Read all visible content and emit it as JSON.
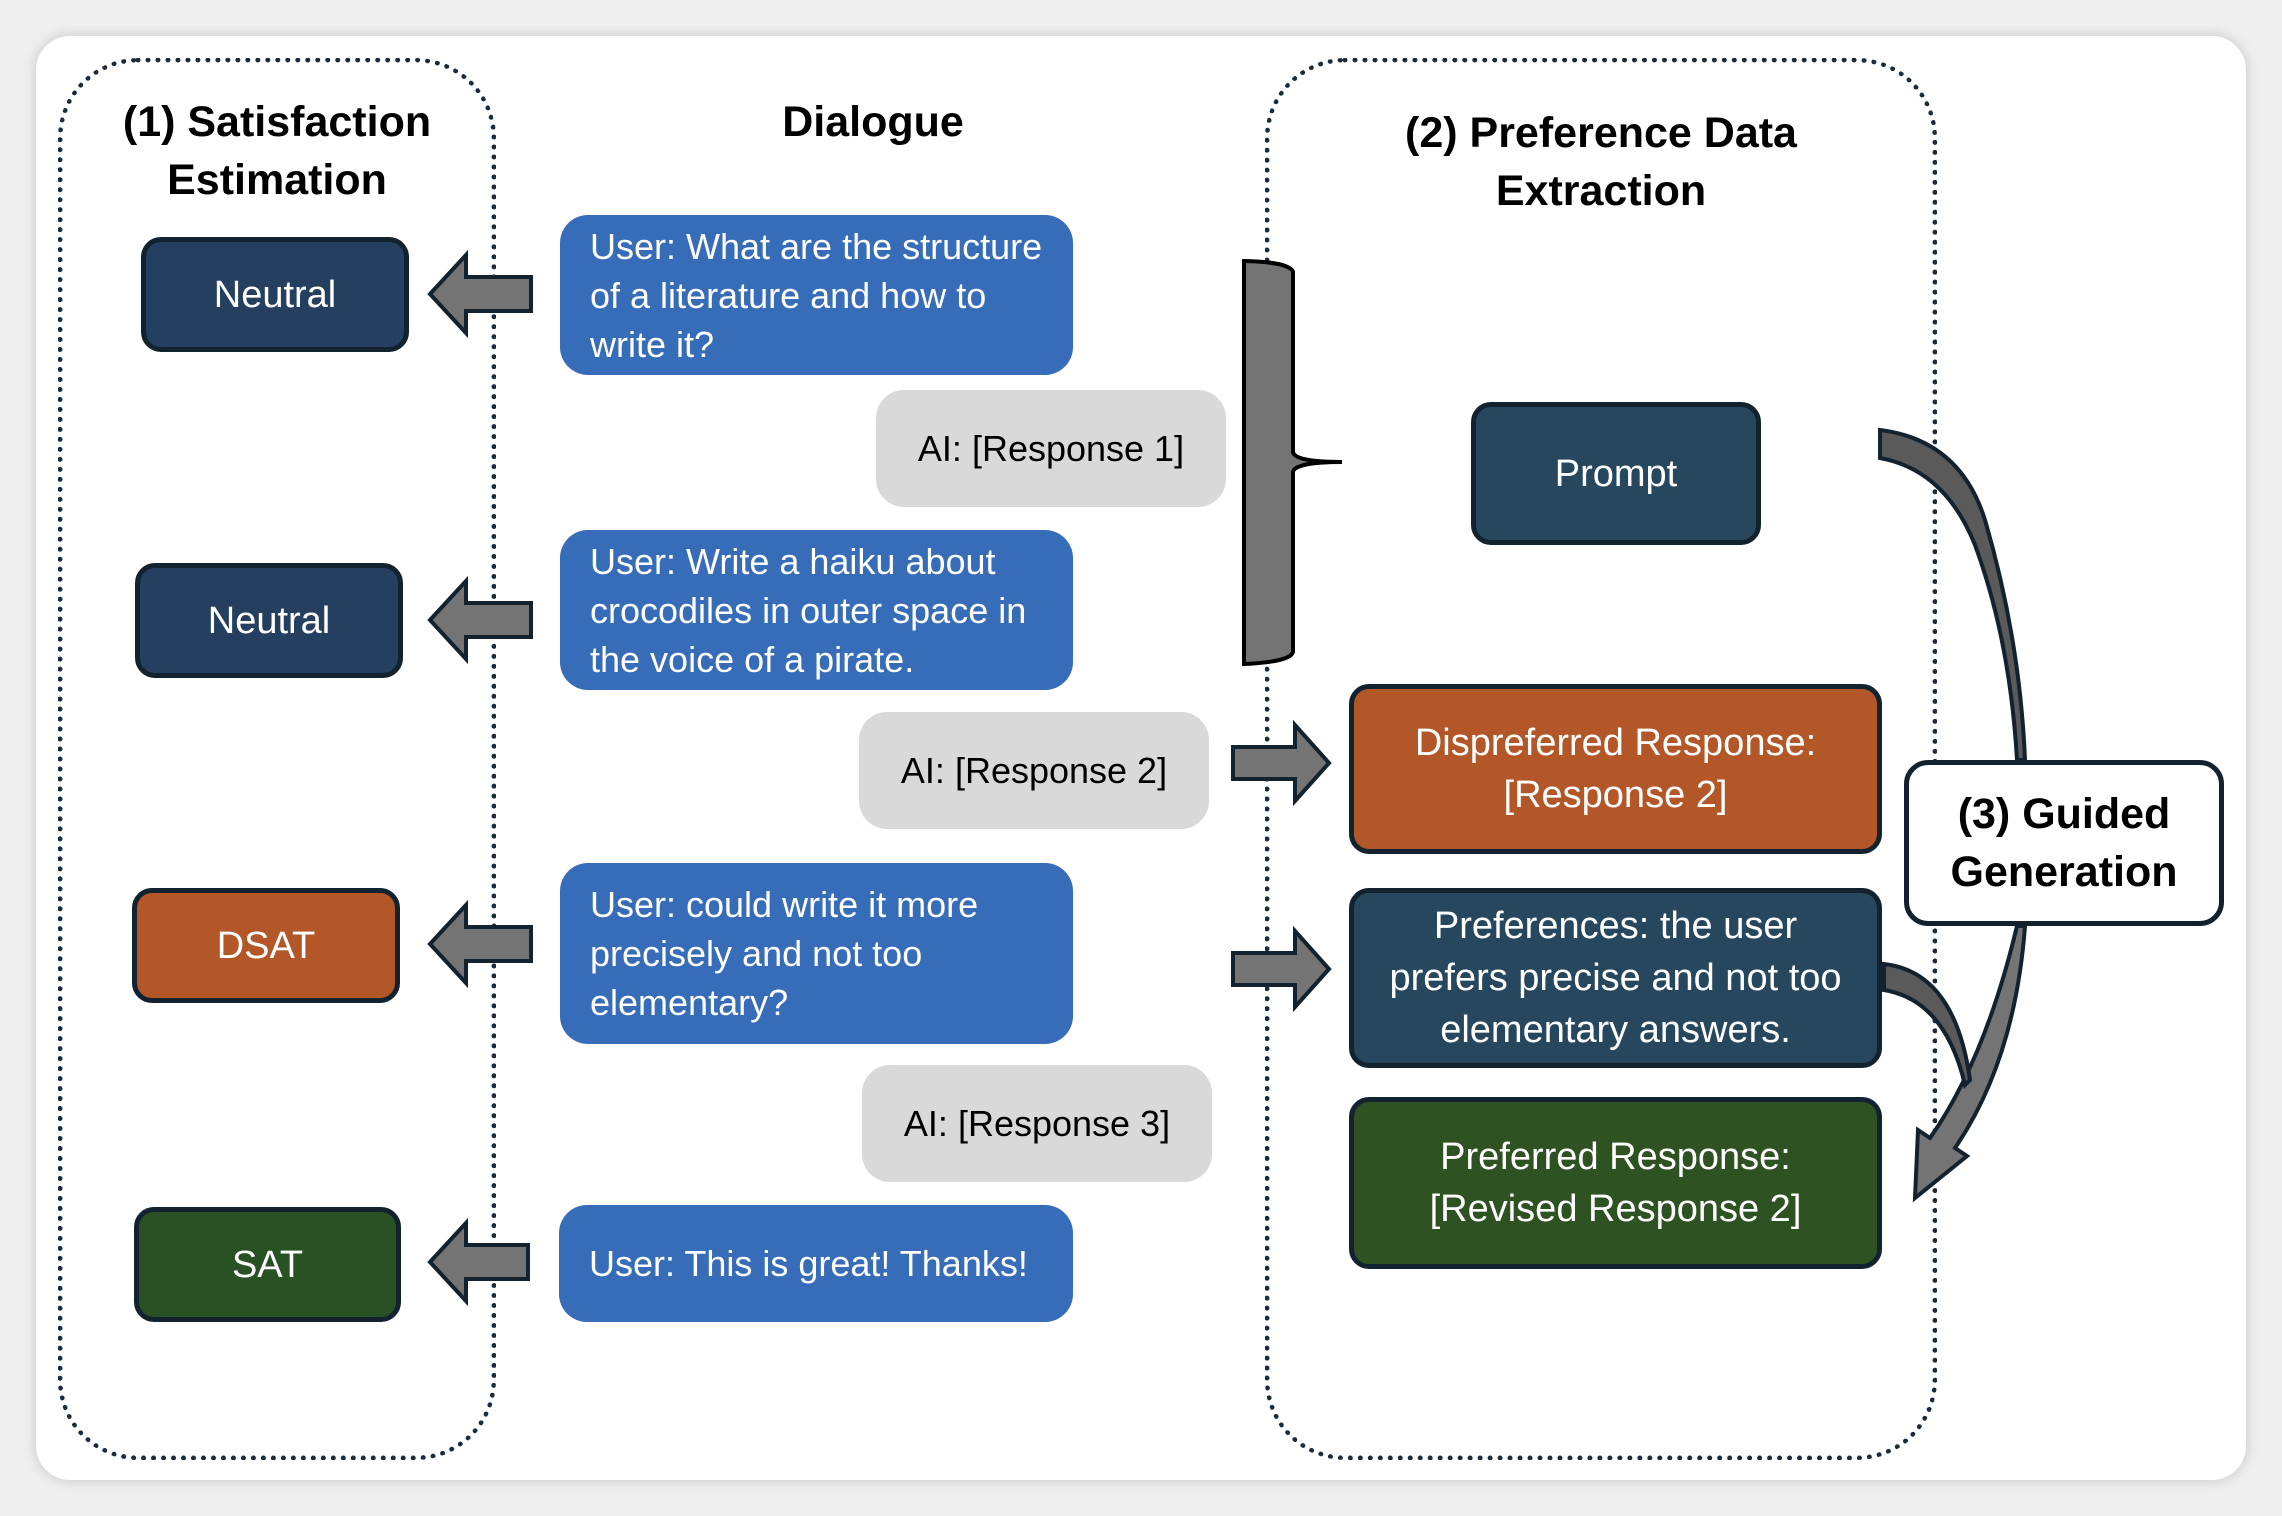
{
  "colors": {
    "neutral": "#243f5f",
    "prompt": "#27475f",
    "dsat": "#b35728",
    "sat": "#285124",
    "user_bubble": "#376cb9",
    "ai_bubble": "#d9d9d9",
    "arrow_fill": "#747474",
    "border": "#13222f"
  },
  "sections": {
    "satisfaction": {
      "title_line1": "(1) Satisfaction",
      "title_line2": "Estimation"
    },
    "dialogue": {
      "title": "Dialogue"
    },
    "preference": {
      "title_line1": "(2) Preference Data",
      "title_line2": "Extraction"
    },
    "guided": {
      "title_line1": "(3) Guided",
      "title_line2": "Generation"
    }
  },
  "satisfaction_labels": [
    {
      "label": "Neutral",
      "kind": "neutral"
    },
    {
      "label": "Neutral",
      "kind": "neutral"
    },
    {
      "label": "DSAT",
      "kind": "dsat"
    },
    {
      "label": "SAT",
      "kind": "sat"
    }
  ],
  "dialogue": [
    {
      "speaker": "User",
      "text": "User: What are the structure of a literature and how to write it?"
    },
    {
      "speaker": "AI",
      "text": "AI: [Response 1]"
    },
    {
      "speaker": "User",
      "text": "User: Write a haiku about crocodiles in outer space in the voice of a pirate."
    },
    {
      "speaker": "AI",
      "text": "AI: [Response 2]"
    },
    {
      "speaker": "User",
      "text": "User: could write it more precisely and not too elementary?"
    },
    {
      "speaker": "AI",
      "text": "AI: [Response 3]"
    },
    {
      "speaker": "User",
      "text": "User: This is great! Thanks!"
    }
  ],
  "extraction": {
    "prompt": "Prompt",
    "dispreferred_line1": "Dispreferred Response:",
    "dispreferred_line2": "[Response 2]",
    "preferences": "Preferences: the user prefers precise and not too elementary answers.",
    "preferred_line1": "Preferred Response:",
    "preferred_line2": "[Revised Response 2]"
  }
}
